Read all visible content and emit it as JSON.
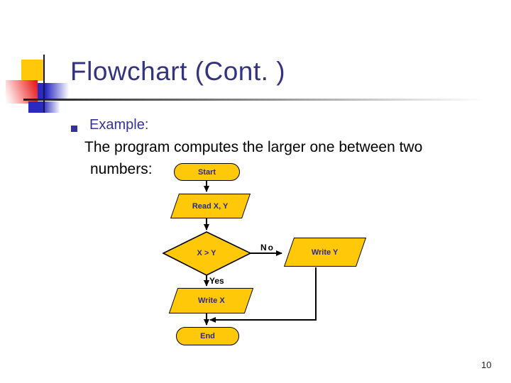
{
  "slide": {
    "title": "Flowchart (Cont. )",
    "page_number": "10"
  },
  "content": {
    "bullet_label": "Example:",
    "body_line1": "The program computes the larger one between two",
    "body_line2": "numbers:"
  },
  "flowchart": {
    "nodes": {
      "start": {
        "type": "terminator",
        "label": "Start"
      },
      "read": {
        "type": "input-output",
        "label": "Read X, Y"
      },
      "decision": {
        "type": "decision",
        "label": "X > Y"
      },
      "write_y": {
        "type": "input-output",
        "label": "Write Y"
      },
      "write_x": {
        "type": "input-output",
        "label": "Write X"
      },
      "end": {
        "type": "terminator",
        "label": "End"
      }
    },
    "edge_labels": {
      "no": "No",
      "yes": "Yes"
    },
    "colors": {
      "shape_fill": "#FFC808",
      "shape_border": "#000000",
      "shape_text": "#2B2B8F",
      "connector": "#000000"
    }
  },
  "theme": {
    "background": "#FFFFFF",
    "title_color": "#333380",
    "accent_color": "#333399",
    "body_text_color": "#000000"
  }
}
